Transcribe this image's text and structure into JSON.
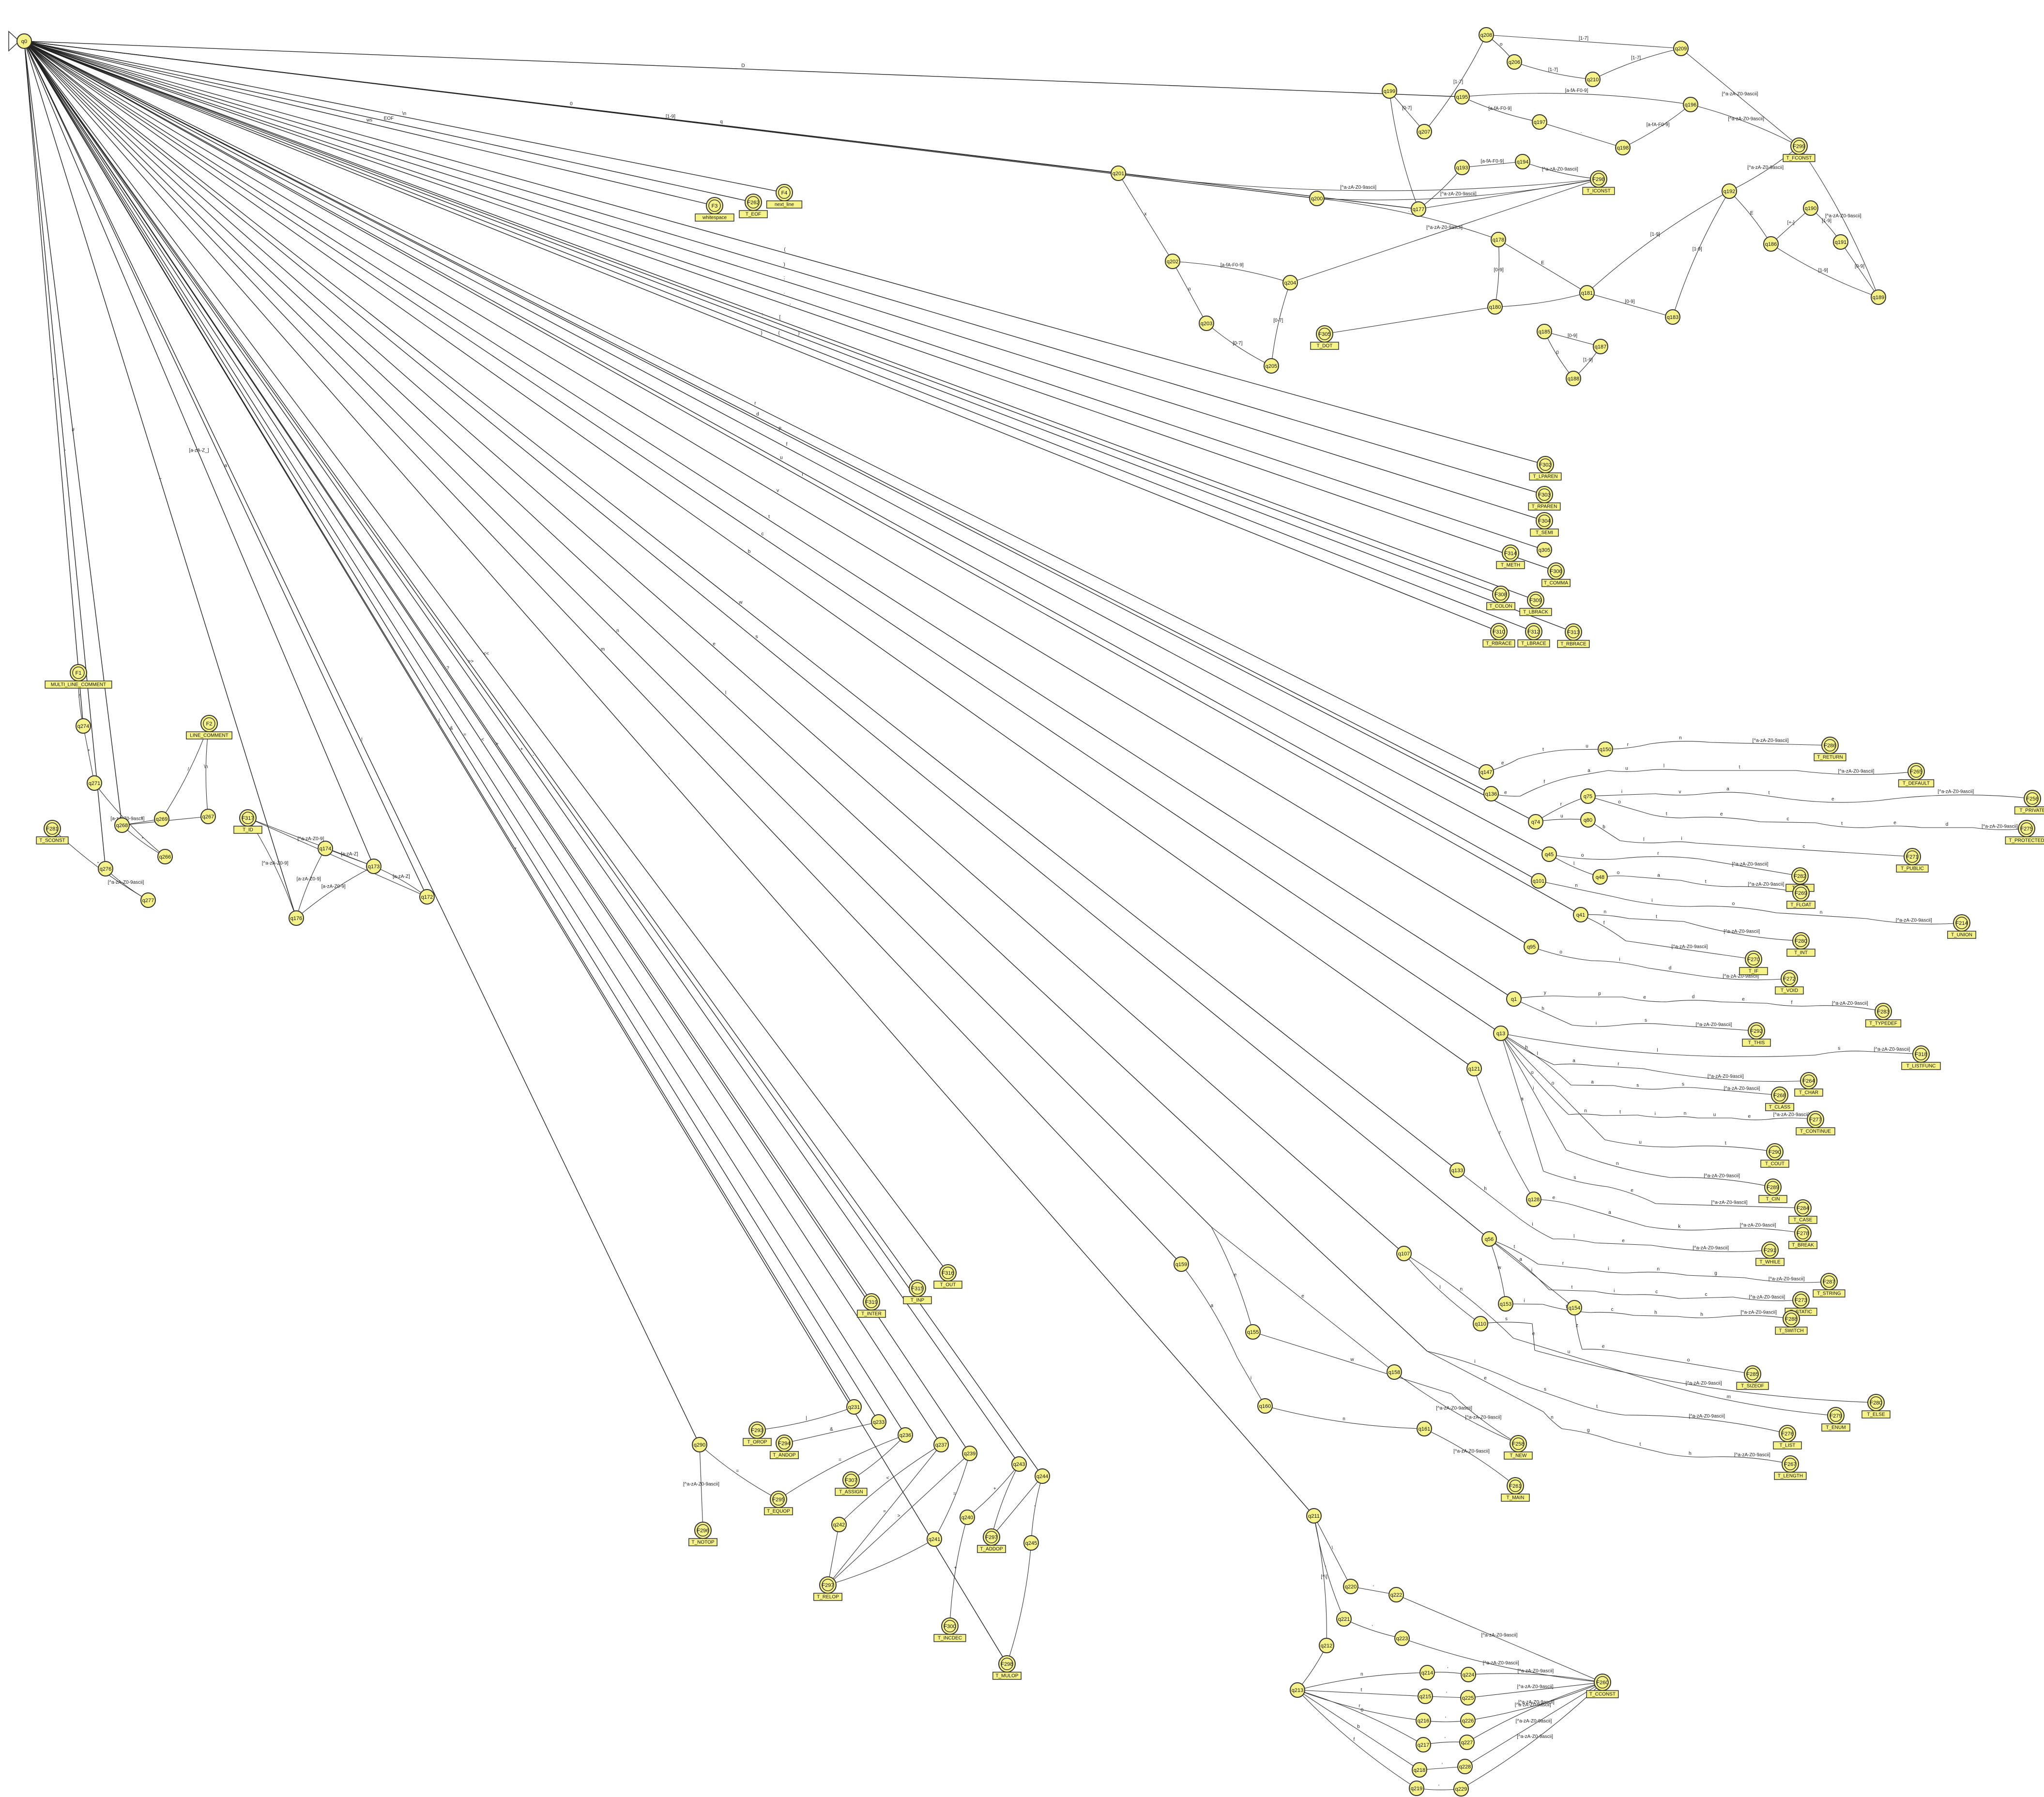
{
  "diagram": {
    "type": "finite-state-automaton",
    "start_state": "q0",
    "states": [
      {
        "id": "q0",
        "final": false
      },
      {
        "id": "q1",
        "final": false
      },
      {
        "id": "q13",
        "final": false
      },
      {
        "id": "q41",
        "final": false
      },
      {
        "id": "q45",
        "final": false
      },
      {
        "id": "q48",
        "final": false
      },
      {
        "id": "q56",
        "final": false
      },
      {
        "id": "q74",
        "final": false
      },
      {
        "id": "q75",
        "final": false
      },
      {
        "id": "q80",
        "final": false
      },
      {
        "id": "q95",
        "final": false
      },
      {
        "id": "q101",
        "final": false
      },
      {
        "id": "q107",
        "final": false
      },
      {
        "id": "q110",
        "final": false
      },
      {
        "id": "q121",
        "final": false
      },
      {
        "id": "q128",
        "final": false
      },
      {
        "id": "q133",
        "final": false
      },
      {
        "id": "q136",
        "final": false
      },
      {
        "id": "q146",
        "final": false
      },
      {
        "id": "q147",
        "final": false
      },
      {
        "id": "q150",
        "final": false
      },
      {
        "id": "q153",
        "final": false
      },
      {
        "id": "q154",
        "final": false
      },
      {
        "id": "q155",
        "final": false
      },
      {
        "id": "q158",
        "final": false
      },
      {
        "id": "q159",
        "final": false
      },
      {
        "id": "q160",
        "final": false
      },
      {
        "id": "q161",
        "final": false
      },
      {
        "id": "q163",
        "final": false
      },
      {
        "id": "q172",
        "final": false
      },
      {
        "id": "q173",
        "final": false
      },
      {
        "id": "q174",
        "final": false
      },
      {
        "id": "q176",
        "final": false
      },
      {
        "id": "q177",
        "final": false
      },
      {
        "id": "q178",
        "final": false
      },
      {
        "id": "q180",
        "final": false
      },
      {
        "id": "q181",
        "final": false
      },
      {
        "id": "q182",
        "final": false
      },
      {
        "id": "q183",
        "final": false
      },
      {
        "id": "q184",
        "final": false
      },
      {
        "id": "q185",
        "final": false
      },
      {
        "id": "q186",
        "final": false
      },
      {
        "id": "q187",
        "final": false
      },
      {
        "id": "q188",
        "final": false
      },
      {
        "id": "q189",
        "final": false
      },
      {
        "id": "q190",
        "final": false
      },
      {
        "id": "q191",
        "final": false
      },
      {
        "id": "q192",
        "final": false
      },
      {
        "id": "q193",
        "final": false
      },
      {
        "id": "q194",
        "final": false
      },
      {
        "id": "q195",
        "final": false
      },
      {
        "id": "q196",
        "final": false
      },
      {
        "id": "q197",
        "final": false
      },
      {
        "id": "q198",
        "final": false
      },
      {
        "id": "q199",
        "final": false
      },
      {
        "id": "q200",
        "final": false
      },
      {
        "id": "q201",
        "final": false
      },
      {
        "id": "q202",
        "final": false
      },
      {
        "id": "q203",
        "final": false
      },
      {
        "id": "q204",
        "final": false
      },
      {
        "id": "q205",
        "final": false
      },
      {
        "id": "q206",
        "final": false
      },
      {
        "id": "q207",
        "final": false
      },
      {
        "id": "q208",
        "final": false
      },
      {
        "id": "q209",
        "final": false
      },
      {
        "id": "q210",
        "final": false
      },
      {
        "id": "q211",
        "final": false
      },
      {
        "id": "q212",
        "final": false
      },
      {
        "id": "q213",
        "final": false
      },
      {
        "id": "q214",
        "final": false
      },
      {
        "id": "q215",
        "final": false
      },
      {
        "id": "q216",
        "final": false
      },
      {
        "id": "q217",
        "final": false
      },
      {
        "id": "q218",
        "final": false
      },
      {
        "id": "q219",
        "final": false
      },
      {
        "id": "q220",
        "final": false
      },
      {
        "id": "q221",
        "final": false
      },
      {
        "id": "q222",
        "final": false
      },
      {
        "id": "q223",
        "final": false
      },
      {
        "id": "q224",
        "final": false
      },
      {
        "id": "q225",
        "final": false
      },
      {
        "id": "q226",
        "final": false
      },
      {
        "id": "q227",
        "final": false
      },
      {
        "id": "q228",
        "final": false
      },
      {
        "id": "q229",
        "final": false
      },
      {
        "id": "q231",
        "final": false
      },
      {
        "id": "q233",
        "final": false
      },
      {
        "id": "q236",
        "final": false
      },
      {
        "id": "q237",
        "final": false
      },
      {
        "id": "q239",
        "final": false
      },
      {
        "id": "q240",
        "final": false
      },
      {
        "id": "q241",
        "final": false
      },
      {
        "id": "q242",
        "final": false
      },
      {
        "id": "q243",
        "final": false
      },
      {
        "id": "q244",
        "final": false
      },
      {
        "id": "q245",
        "final": false
      },
      {
        "id": "q266",
        "final": false
      },
      {
        "id": "q267",
        "final": false
      },
      {
        "id": "q268",
        "final": false
      },
      {
        "id": "q269",
        "final": false
      },
      {
        "id": "q271",
        "final": false
      },
      {
        "id": "q274",
        "final": false
      },
      {
        "id": "q276",
        "final": false
      },
      {
        "id": "q277",
        "final": false
      },
      {
        "id": "q290",
        "final": false
      },
      {
        "id": "q305",
        "final": false
      },
      {
        "id": "q309",
        "final": false
      }
    ],
    "finals": [
      {
        "id": "F1",
        "token": "MULTI_LINE_COMMENT"
      },
      {
        "id": "F2",
        "token": "LINE_COMMENT"
      },
      {
        "id": "F3",
        "token": "whitespace"
      },
      {
        "id": "F4",
        "token": "next_line"
      },
      {
        "id": "F262",
        "token": "T_EOF"
      },
      {
        "id": "F281",
        "token": "T_SCONST"
      },
      {
        "id": "F317",
        "token": "T_ID"
      },
      {
        "id": "F299",
        "token": "T_FCONST"
      },
      {
        "id": "F298",
        "token": "T_ICONST"
      },
      {
        "id": "F305",
        "token": "T_DOT"
      },
      {
        "id": "F302",
        "token": "T_LPAREN"
      },
      {
        "id": "F303",
        "token": "T_RPAREN"
      },
      {
        "id": "F304",
        "token": "T_SEMI"
      },
      {
        "id": "F314",
        "token": "T_METH"
      },
      {
        "id": "F306",
        "token": "T_COMMA"
      },
      {
        "id": "F308",
        "token": "T_COLON"
      },
      {
        "id": "F309",
        "token": "T_LBRACK"
      },
      {
        "id": "F310",
        "token": "T_RBRACE"
      },
      {
        "id": "F312",
        "token": "T_LBRACE"
      },
      {
        "id": "F313",
        "token": "T_RBRACE"
      },
      {
        "id": "F286",
        "token": "T_RETURN"
      },
      {
        "id": "F265",
        "token": "T_DEFAULT"
      },
      {
        "id": "F256",
        "token": "T_PRIVATE"
      },
      {
        "id": "F275",
        "token": "T_PROTECTED"
      },
      {
        "id": "F271",
        "token": "T_PUBLIC"
      },
      {
        "id": "F282",
        "token": "T_FOR"
      },
      {
        "id": "F269",
        "token": "T_FLOAT"
      },
      {
        "id": "F214",
        "token": "T_UNION"
      },
      {
        "id": "F280",
        "token": "T_INT"
      },
      {
        "id": "F270",
        "token": "T_IF"
      },
      {
        "id": "F272",
        "token": "T_VOID"
      },
      {
        "id": "F283",
        "token": "T_TYPEDEF"
      },
      {
        "id": "F292",
        "token": "T_THIS"
      },
      {
        "id": "F318",
        "token": "T_LISTFUNC"
      },
      {
        "id": "F264",
        "token": "T_CHAR"
      },
      {
        "id": "F268",
        "token": "T_CLASS"
      },
      {
        "id": "F277",
        "token": "T_CONTINUE"
      },
      {
        "id": "F290",
        "token": "T_COUT"
      },
      {
        "id": "F289",
        "token": "T_CIN"
      },
      {
        "id": "F284",
        "token": "T_CASE"
      },
      {
        "id": "F278",
        "token": "T_BREAK"
      },
      {
        "id": "F291",
        "token": "T_WHILE"
      },
      {
        "id": "F287",
        "token": "T_STRING"
      },
      {
        "id": "F273",
        "token": "T_STATIC"
      },
      {
        "id": "F288",
        "token": "T_SWITCH"
      },
      {
        "id": "F285",
        "token": "T_SIZEOF"
      },
      {
        "id": "F280b",
        "token": "T_ELSE"
      },
      {
        "id": "F279",
        "token": "T_ENUM"
      },
      {
        "id": "F276",
        "token": "T_LIST"
      },
      {
        "id": "F267",
        "token": "T_LENGTH"
      },
      {
        "id": "F258",
        "token": "T_NEW"
      },
      {
        "id": "F261",
        "token": "T_MAIN"
      },
      {
        "id": "F315",
        "token": "T_INP"
      },
      {
        "id": "F316",
        "token": "T_OUT"
      },
      {
        "id": "F319",
        "token": "T_INTER"
      },
      {
        "id": "F293",
        "token": "T_OROP"
      },
      {
        "id": "F294",
        "token": "T_ANDOP"
      },
      {
        "id": "F295",
        "token": "T_EQUOP"
      },
      {
        "id": "F296",
        "token": "T_NOTOP"
      },
      {
        "id": "F307",
        "token": "T_ASSIGN"
      },
      {
        "id": "F297",
        "token": "T_RELOP"
      },
      {
        "id": "F297b",
        "token": "T_ADDOP"
      },
      {
        "id": "F300",
        "token": "T_INCDEC"
      },
      {
        "id": "F298b",
        "token": "T_MULOP"
      },
      {
        "id": "F260",
        "token": "T_CCONST"
      }
    ],
    "edge_labels": {
      "idtail": "[^a-zA-Z0-9ascii]",
      "digits": "[0-9]",
      "digit19": "[1-9]",
      "hexchars": "[a-fA-F0-9]"
    }
  }
}
